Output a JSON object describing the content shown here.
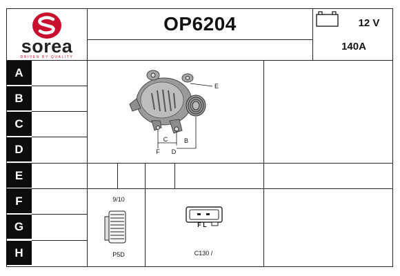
{
  "brand": {
    "name": "sorea",
    "tagline": "DRIVEN BY QUALITY",
    "accent_color": "#c8102e"
  },
  "product": {
    "code": "OP6204",
    "voltage": "12 V",
    "amperage": "140A"
  },
  "rows": [
    "A",
    "B",
    "C",
    "D",
    "E",
    "F",
    "G",
    "H"
  ],
  "diagram_labels": {
    "e": "E",
    "b": "B",
    "c": "C",
    "f": "F",
    "d": "D"
  },
  "pulley": {
    "grooves": "9/10",
    "type": "P5D"
  },
  "connector": {
    "pins": "F  L",
    "code": "C130 /"
  },
  "icons": [
    "sorea-logo-icon",
    "battery-icon",
    "alternator-image",
    "pulley-icon",
    "connector-icon"
  ]
}
